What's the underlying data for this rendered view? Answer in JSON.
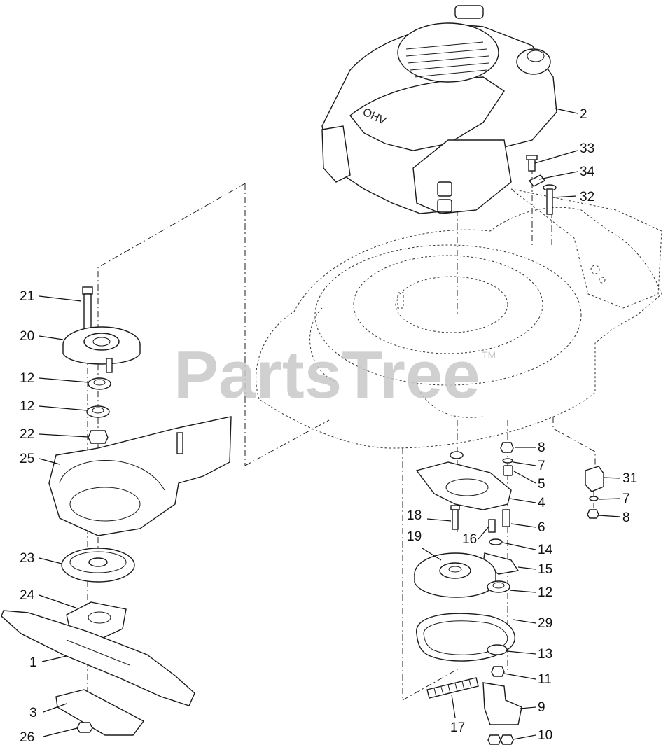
{
  "watermark": {
    "text": "PartsTree",
    "trademark": "TM"
  },
  "engine_text": "OHV",
  "callouts": [
    {
      "id": "c2",
      "text": "2"
    },
    {
      "id": "c33",
      "text": "33"
    },
    {
      "id": "c34",
      "text": "34"
    },
    {
      "id": "c32",
      "text": "32"
    },
    {
      "id": "c21",
      "text": "21"
    },
    {
      "id": "c20",
      "text": "20"
    },
    {
      "id": "c12a",
      "text": "12"
    },
    {
      "id": "c12b",
      "text": "12"
    },
    {
      "id": "c22",
      "text": "22"
    },
    {
      "id": "c25",
      "text": "25"
    },
    {
      "id": "c23",
      "text": "23"
    },
    {
      "id": "c24",
      "text": "24"
    },
    {
      "id": "c1",
      "text": "1"
    },
    {
      "id": "c3",
      "text": "3"
    },
    {
      "id": "c26",
      "text": "26"
    },
    {
      "id": "c8a",
      "text": "8"
    },
    {
      "id": "c7a",
      "text": "7"
    },
    {
      "id": "c5",
      "text": "5"
    },
    {
      "id": "c4",
      "text": "4"
    },
    {
      "id": "c6",
      "text": "6"
    },
    {
      "id": "c31",
      "text": "31"
    },
    {
      "id": "c7b",
      "text": "7"
    },
    {
      "id": "c8b",
      "text": "8"
    },
    {
      "id": "c18",
      "text": "18"
    },
    {
      "id": "c19",
      "text": "19"
    },
    {
      "id": "c16",
      "text": "16"
    },
    {
      "id": "c14",
      "text": "14"
    },
    {
      "id": "c15",
      "text": "15"
    },
    {
      "id": "c12c",
      "text": "12"
    },
    {
      "id": "c29",
      "text": "29"
    },
    {
      "id": "c13",
      "text": "13"
    },
    {
      "id": "c11",
      "text": "11"
    },
    {
      "id": "c9",
      "text": "9"
    },
    {
      "id": "c17",
      "text": "17"
    },
    {
      "id": "c10",
      "text": "10"
    }
  ]
}
